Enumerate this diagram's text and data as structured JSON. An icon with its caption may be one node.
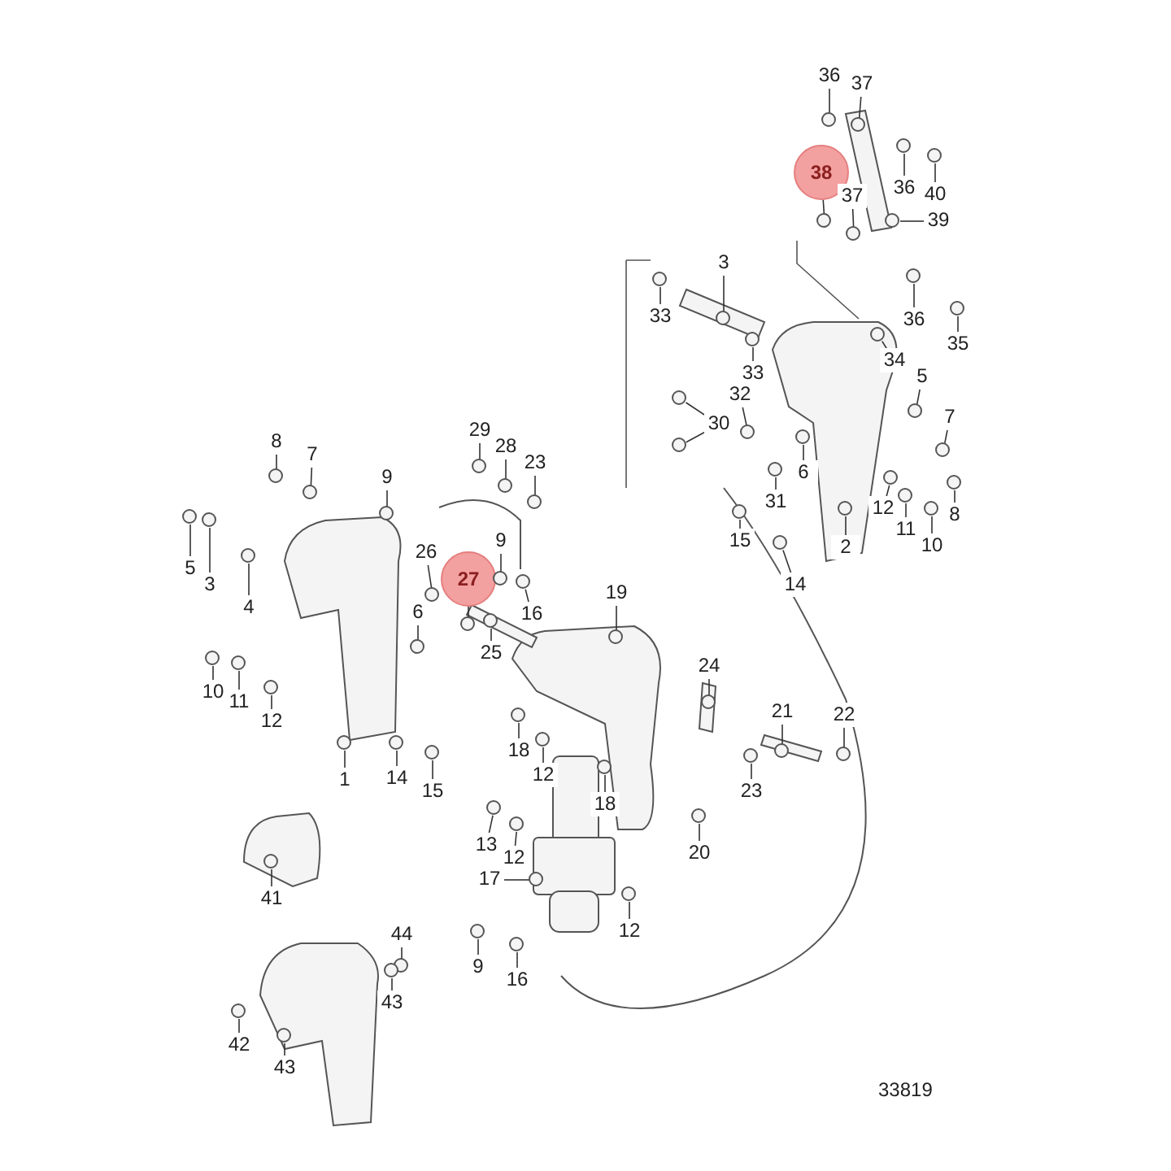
{
  "diagram": {
    "nodes": [
      {
        "text": [
          "36"
        ]
      },
      {
        "text": [
          "37"
        ]
      },
      {
        "text": [
          "38"
        ]
      },
      {
        "text": [
          "37"
        ]
      },
      {
        "text": [
          "36"
        ]
      },
      {
        "text": [
          "40"
        ]
      },
      {
        "text": [
          "39"
        ]
      },
      {
        "text": [
          "33"
        ]
      },
      {
        "text": [
          "3"
        ]
      },
      {
        "text": [
          "36"
        ]
      },
      {
        "text": [
          "35"
        ]
      },
      {
        "text": [
          "33"
        ]
      },
      {
        "text": [
          "34"
        ]
      },
      {
        "text": [
          "5"
        ]
      },
      {
        "text": [
          "32"
        ]
      },
      {
        "text": [
          "30"
        ]
      },
      {
        "text": [
          "7"
        ]
      },
      {
        "text": [
          "6"
        ]
      },
      {
        "text": [
          "31"
        ]
      },
      {
        "text": [
          "8"
        ]
      },
      {
        "text": [
          "12"
        ]
      },
      {
        "text": [
          "11"
        ]
      },
      {
        "text": [
          "10"
        ]
      },
      {
        "text": [
          "15"
        ]
      },
      {
        "text": [
          "2"
        ]
      },
      {
        "text": [
          "14"
        ]
      },
      {
        "text": [
          "8"
        ]
      },
      {
        "text": [
          "7"
        ]
      },
      {
        "text": [
          "9"
        ]
      },
      {
        "text": [
          "5"
        ]
      },
      {
        "text": [
          "3"
        ]
      },
      {
        "text": [
          "4"
        ]
      },
      {
        "text": [
          "29"
        ]
      },
      {
        "text": [
          "28"
        ]
      },
      {
        "text": [
          "23"
        ]
      },
      {
        "text": [
          "26"
        ]
      },
      {
        "text": [
          "27"
        ]
      },
      {
        "text": [
          "9"
        ]
      },
      {
        "text": [
          "16"
        ]
      },
      {
        "text": [
          "6"
        ]
      },
      {
        "text": [
          "25"
        ]
      },
      {
        "text": [
          "10"
        ]
      },
      {
        "text": [
          "11"
        ]
      },
      {
        "text": [
          "12"
        ]
      },
      {
        "text": [
          "1"
        ]
      },
      {
        "text": [
          "19"
        ]
      },
      {
        "text": [
          "24"
        ]
      },
      {
        "text": [
          "18"
        ]
      },
      {
        "text": [
          "12"
        ]
      },
      {
        "text": [
          "18"
        ]
      },
      {
        "text": [
          "23"
        ]
      },
      {
        "text": [
          "21"
        ]
      },
      {
        "text": [
          "22"
        ]
      },
      {
        "text": [
          "20"
        ]
      },
      {
        "text": [
          "14"
        ]
      },
      {
        "text": [
          "15"
        ]
      },
      {
        "text": [
          "13"
        ]
      },
      {
        "text": [
          "12"
        ]
      },
      {
        "text": [
          "17"
        ]
      },
      {
        "text": [
          "12"
        ]
      },
      {
        "text": [
          "9"
        ]
      },
      {
        "text": [
          "16"
        ]
      },
      {
        "text": [
          "41"
        ]
      },
      {
        "text": [
          "44"
        ]
      },
      {
        "text": [
          "43"
        ]
      },
      {
        "text": [
          "42"
        ]
      },
      {
        "text": [
          "43"
        ]
      },
      {
        "text": [],
        "shape": "circle"
      },
      {
        "text": [],
        "shape": "circle"
      },
      {
        "text": [],
        "shape": "circle"
      },
      {
        "text": [],
        "shape": "circle"
      },
      {
        "text": [],
        "shape": "circle"
      },
      {
        "text": [],
        "shape": "circle"
      },
      {
        "text": [],
        "shape": "circle"
      },
      {
        "text": [],
        "shape": "circle"
      },
      {
        "text": [],
        "shape": "circle"
      },
      {
        "text": [],
        "shape": "circle"
      },
      {
        "text": [],
        "shape": "circle"
      },
      {
        "text": [],
        "shape": "circle"
      },
      {
        "text": [],
        "shape": "circle"
      },
      {
        "text": [],
        "shape": "circle"
      },
      {
        "text": [],
        "shape": "circle"
      },
      {
        "text": [],
        "shape": "circle"
      },
      {
        "text": [],
        "shape": "circle"
      },
      {
        "text": [],
        "shape": "circle"
      },
      {
        "text": [],
        "shape": "circle"
      },
      {
        "text": [],
        "shape": "circle"
      },
      {
        "text": [],
        "shape": "circle"
      },
      {
        "text": [],
        "shape": "circle"
      },
      {
        "text": [],
        "shape": "circle"
      },
      {
        "text": [],
        "shape": "circle"
      },
      {
        "text": [],
        "shape": "circle"
      },
      {
        "text": [],
        "shape": "circle"
      },
      {
        "text": [],
        "shape": "circle"
      },
      {
        "text": [],
        "shape": "circle"
      },
      {
        "text": [],
        "shape": "circle"
      },
      {
        "text": [],
        "shape": "circle"
      },
      {
        "text": [],
        "shape": "circle"
      },
      {
        "text": [],
        "shape": "circle"
      },
      {
        "text": [],
        "shape": "circle"
      },
      {
        "text": [],
        "shape": "circle"
      },
      {
        "text": [],
        "shape": "circle"
      },
      {
        "text": [],
        "shape": "circle"
      },
      {
        "text": [],
        "shape": "circle"
      },
      {
        "text": [],
        "shape": "circle"
      },
      {
        "text": [],
        "shape": "circle"
      },
      {
        "text": [],
        "shape": "circle"
      },
      {
        "text": [],
        "shape": "circle"
      },
      {
        "text": [],
        "shape": "circle"
      },
      {
        "text": [],
        "shape": "circle"
      },
      {
        "text": [],
        "shape": "circle"
      },
      {
        "text": [],
        "shape": "circle"
      },
      {
        "text": [],
        "shape": "circle"
      },
      {
        "text": [],
        "shape": "circle"
      },
      {
        "text": [],
        "shape": "circle"
      },
      {
        "text": [],
        "shape": "circle"
      },
      {
        "text": [],
        "shape": "circle"
      },
      {
        "text": [],
        "shape": "circle"
      },
      {
        "text": [],
        "shape": "circle"
      },
      {
        "text": [],
        "shape": "circle"
      },
      {
        "text": [],
        "shape": "circle"
      },
      {
        "text": [],
        "shape": "circle"
      },
      {
        "text": [],
        "shape": "circle"
      },
      {
        "text": [],
        "shape": "circle"
      },
      {
        "text": [],
        "shape": "circle"
      },
      {
        "text": [],
        "shape": "circle"
      },
      {
        "text": [],
        "shape": "circle"
      },
      {
        "text": [],
        "shape": "circle"
      },
      {
        "text": [],
        "shape": "circle"
      },
      {
        "text": [],
        "shape": "circle"
      },
      {
        "text": [],
        "shape": "circle"
      },
      {
        "text": [],
        "shape": "circle"
      },
      {
        "text": [],
        "shape": "circle"
      },
      {
        "text": [],
        "shape": "circle"
      },
      {
        "text": [],
        "shape": "circle"
      }
    ],
    "edges": [
      {
        "from": 0,
        "to": 67,
        "arrow": "none"
      },
      {
        "from": 1,
        "to": 68,
        "arrow": "none"
      },
      {
        "from": 2,
        "to": 69,
        "arrow": "none"
      },
      {
        "from": 3,
        "to": 70,
        "arrow": "none"
      },
      {
        "from": 4,
        "to": 71,
        "arrow": "none"
      },
      {
        "from": 5,
        "to": 72,
        "arrow": "none"
      },
      {
        "from": 6,
        "to": 73,
        "arrow": "none"
      },
      {
        "from": 7,
        "to": 74,
        "arrow": "none"
      },
      {
        "from": 8,
        "to": 75,
        "arrow": "none"
      },
      {
        "from": 9,
        "to": 76,
        "arrow": "none"
      },
      {
        "from": 10,
        "to": 77,
        "arrow": "none"
      },
      {
        "from": 11,
        "to": 78,
        "arrow": "none"
      },
      {
        "from": 12,
        "to": 79,
        "arrow": "none"
      },
      {
        "from": 13,
        "to": 80,
        "arrow": "none"
      },
      {
        "from": 14,
        "to": 81,
        "arrow": "none"
      },
      {
        "from": 15,
        "to": 82,
        "arrow": "none"
      },
      {
        "from": 15,
        "to": 83,
        "arrow": "none"
      },
      {
        "from": 16,
        "to": 84,
        "arrow": "none"
      },
      {
        "from": 17,
        "to": 85,
        "arrow": "none"
      },
      {
        "from": 18,
        "to": 86,
        "arrow": "none"
      },
      {
        "from": 19,
        "to": 87,
        "arrow": "none"
      },
      {
        "from": 20,
        "to": 88,
        "arrow": "none"
      },
      {
        "from": 21,
        "to": 89,
        "arrow": "none"
      },
      {
        "from": 22,
        "to": 90,
        "arrow": "none"
      },
      {
        "from": 23,
        "to": 91,
        "arrow": "none"
      },
      {
        "from": 24,
        "to": 92,
        "arrow": "none"
      },
      {
        "from": 25,
        "to": 93,
        "arrow": "none"
      },
      {
        "from": 26,
        "to": 94,
        "arrow": "none"
      },
      {
        "from": 27,
        "to": 95,
        "arrow": "none"
      },
      {
        "from": 28,
        "to": 96,
        "arrow": "none"
      },
      {
        "from": 29,
        "to": 97,
        "arrow": "none"
      },
      {
        "from": 30,
        "to": 98,
        "arrow": "none"
      },
      {
        "from": 31,
        "to": 99,
        "arrow": "none"
      },
      {
        "from": 32,
        "to": 100,
        "arrow": "none"
      },
      {
        "from": 33,
        "to": 101,
        "arrow": "none"
      },
      {
        "from": 34,
        "to": 102,
        "arrow": "none"
      },
      {
        "from": 35,
        "to": 103,
        "arrow": "none"
      },
      {
        "from": 36,
        "to": 104,
        "arrow": "none"
      },
      {
        "from": 37,
        "to": 105,
        "arrow": "none"
      },
      {
        "from": 38,
        "to": 106,
        "arrow": "none"
      },
      {
        "from": 39,
        "to": 107,
        "arrow": "none"
      },
      {
        "from": 40,
        "to": 108,
        "arrow": "none"
      },
      {
        "from": 41,
        "to": 109,
        "arrow": "none"
      },
      {
        "from": 42,
        "to": 110,
        "arrow": "none"
      },
      {
        "from": 43,
        "to": 111,
        "arrow": "none"
      },
      {
        "from": 44,
        "to": 112,
        "arrow": "none"
      },
      {
        "from": 45,
        "to": 113,
        "arrow": "none"
      },
      {
        "from": 46,
        "to": 114,
        "arrow": "none"
      },
      {
        "from": 47,
        "to": 115,
        "arrow": "none"
      },
      {
        "from": 48,
        "to": 116,
        "arrow": "none"
      },
      {
        "from": 49,
        "to": 117,
        "arrow": "none"
      },
      {
        "from": 50,
        "to": 118,
        "arrow": "none"
      },
      {
        "from": 51,
        "to": 119,
        "arrow": "none"
      },
      {
        "from": 52,
        "to": 120,
        "arrow": "none"
      },
      {
        "from": 53,
        "to": 121,
        "arrow": "none"
      },
      {
        "from": 54,
        "to": 122,
        "arrow": "none"
      },
      {
        "from": 55,
        "to": 123,
        "arrow": "none"
      },
      {
        "from": 56,
        "to": 124,
        "arrow": "none"
      },
      {
        "from": 57,
        "to": 125,
        "arrow": "none"
      },
      {
        "from": 58,
        "to": 126,
        "arrow": "none"
      },
      {
        "from": 59,
        "to": 127,
        "arrow": "none"
      },
      {
        "from": 60,
        "to": 128,
        "arrow": "none"
      },
      {
        "from": 61,
        "to": 129,
        "arrow": "none"
      },
      {
        "from": 62,
        "to": 130,
        "arrow": "none"
      },
      {
        "from": 63,
        "to": 131,
        "arrow": "none"
      },
      {
        "from": 64,
        "to": 132,
        "arrow": "none"
      },
      {
        "from": 65,
        "to": 133,
        "arrow": "none"
      },
      {
        "from": 66,
        "to": 134,
        "arrow": "none"
      }
    ],
    "labels": [
      "33819"
    ]
  }
}
